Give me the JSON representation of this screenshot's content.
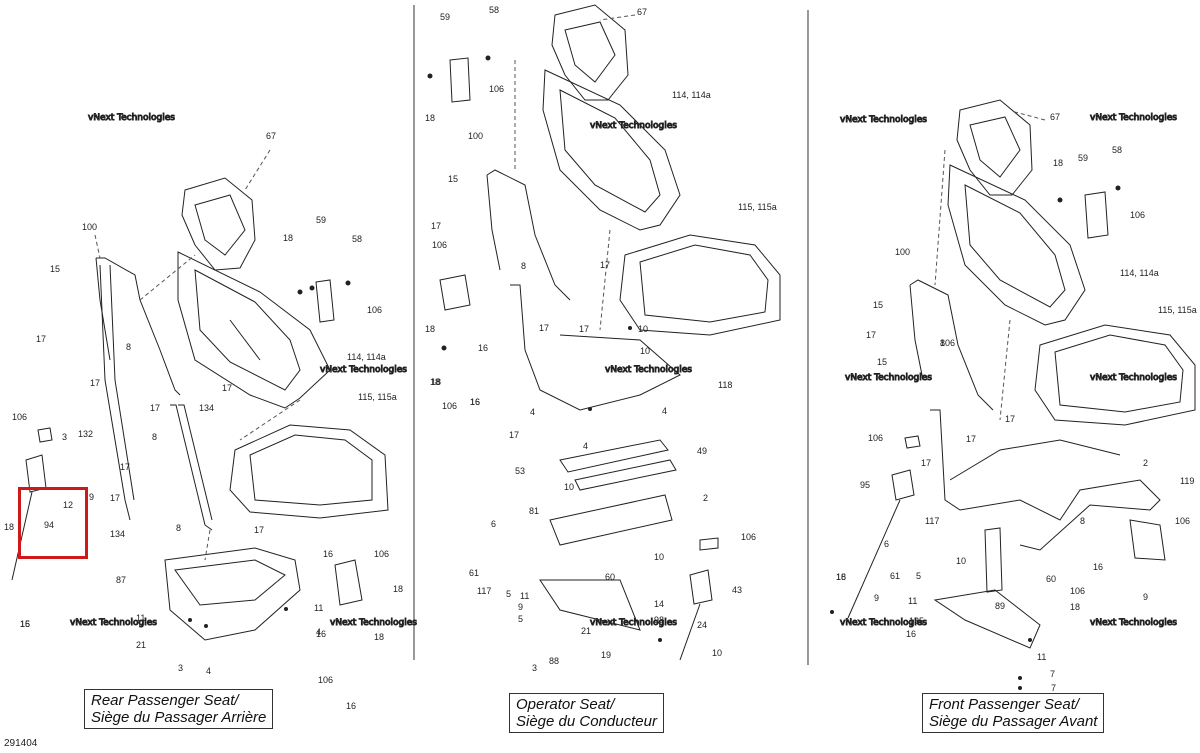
{
  "document_id": "291404",
  "watermark": "vNext Technologies",
  "panels": [
    {
      "title_en": "Rear Passenger Seat/",
      "title_fr": "Siège du Passager Arrière"
    },
    {
      "title_en": "Operator Seat/",
      "title_fr": "Siège du Conducteur"
    },
    {
      "title_en": "Front Passenger Seat/",
      "title_fr": "Siège du Passager Avant"
    }
  ],
  "callouts": {
    "rear": [
      "67",
      "100",
      "15",
      "17",
      "8",
      "17",
      "59",
      "58",
      "18",
      "106",
      "114, 114a",
      "17",
      "17",
      "134",
      "115, 115a",
      "106",
      "3",
      "132",
      "12",
      "9",
      "94",
      "18",
      "16",
      "17",
      "8",
      "17",
      "134",
      "8",
      "17",
      "87",
      "16",
      "106",
      "18",
      "11",
      "4",
      "11",
      "21",
      "3",
      "4",
      "16",
      "106",
      "18",
      "16",
      "15",
      "17",
      "17"
    ],
    "operator": [
      "59",
      "58",
      "18",
      "106",
      "67",
      "114, 114a",
      "100",
      "15",
      "17",
      "8",
      "106",
      "18",
      "17",
      "115, 115a",
      "17",
      "18",
      "16",
      "17",
      "10",
      "10",
      "18",
      "16",
      "106",
      "16",
      "4",
      "17",
      "118",
      "4",
      "4",
      "53",
      "49",
      "10",
      "2",
      "6",
      "81",
      "10",
      "106",
      "61",
      "117",
      "5",
      "60",
      "43",
      "9",
      "11",
      "14",
      "5",
      "21",
      "98",
      "24",
      "88",
      "3",
      "19",
      "10"
    ],
    "front": [
      "67",
      "18",
      "59",
      "58",
      "106",
      "114, 114a",
      "100",
      "15",
      "17",
      "8",
      "15",
      "115, 115a",
      "106",
      "17",
      "17",
      "17",
      "2",
      "95",
      "117",
      "119",
      "106",
      "61",
      "6",
      "5",
      "10",
      "89",
      "60",
      "106",
      "16",
      "16",
      "18",
      "9",
      "11",
      "135",
      "11",
      "7",
      "7",
      "16",
      "18",
      "9",
      "8",
      "106"
    ]
  },
  "colors": {
    "highlight": "#d01818",
    "line": "#222222",
    "watermark": "#c8c8c8"
  }
}
